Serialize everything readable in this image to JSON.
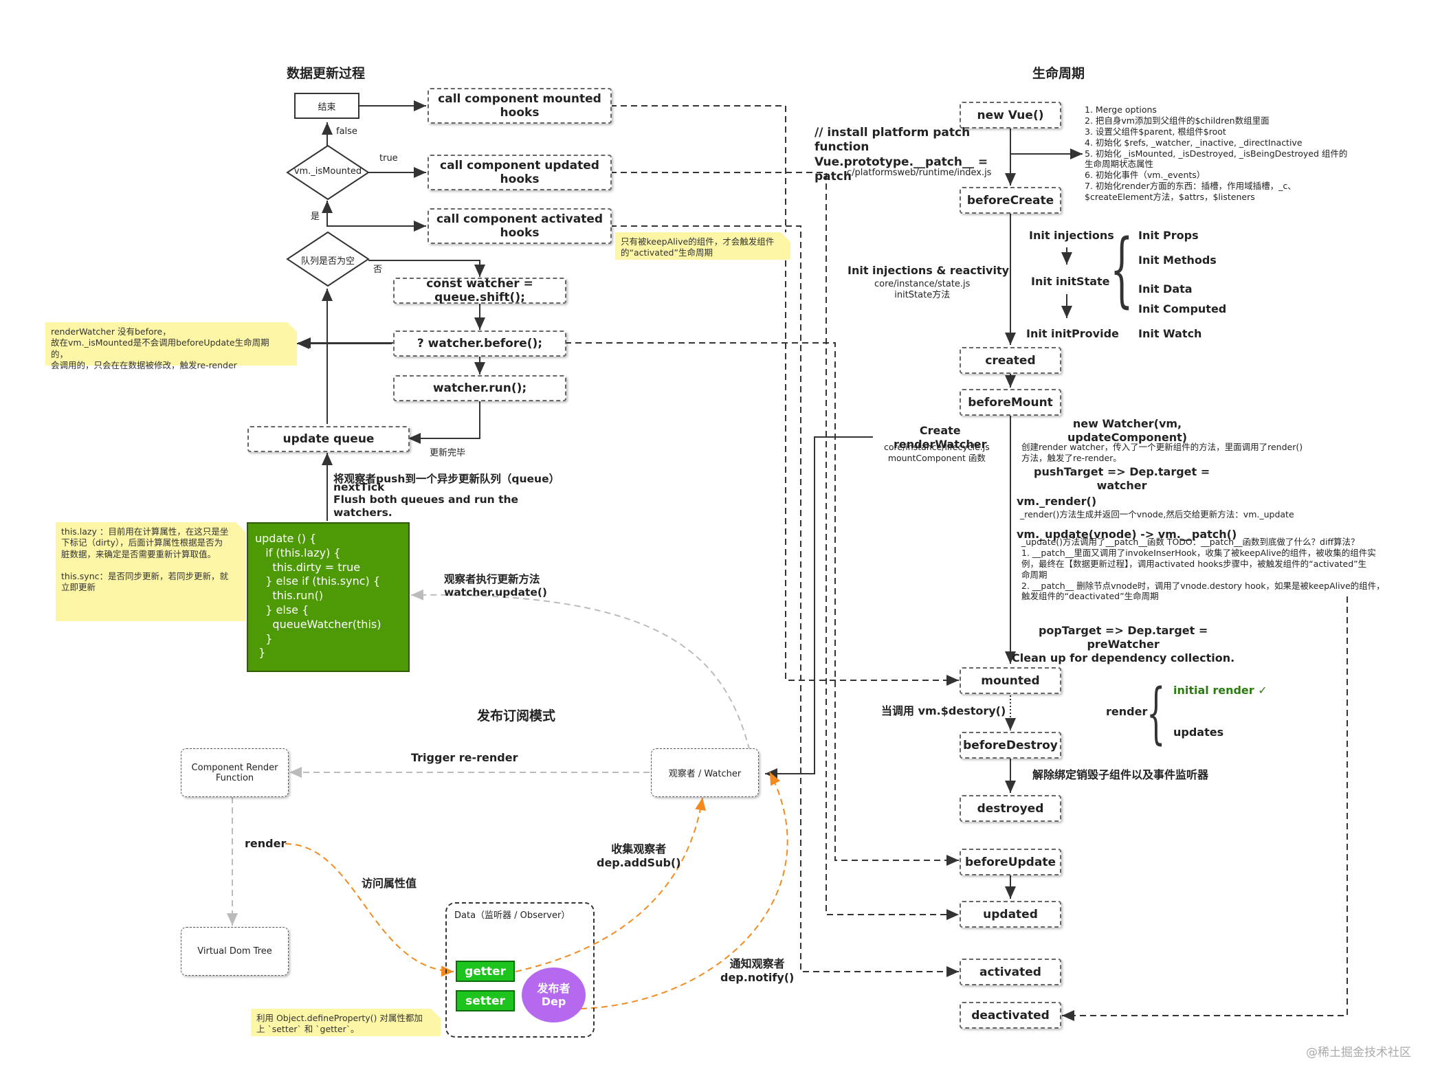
{
  "section_titles": {
    "data_update": "数据更新过程",
    "lifecycle": "生命周期",
    "pubsub": "发布订阅模式"
  },
  "flow": {
    "end": "结束",
    "mounted_hooks": "call component mounted hooks",
    "updated_hooks": "call component updated hooks",
    "activated_hooks": "call component activated hooks",
    "is_mounted": "vm._isMounted",
    "queue_empty": "队列是否为空",
    "shift": "const watcher = queue.shift();",
    "before": "? watcher.before();",
    "run": "watcher.run();",
    "update_queue": "update queue",
    "label_false": "false",
    "label_true": "true",
    "label_yes": "是",
    "label_no": "否",
    "label_done": "更新完毕",
    "push_line1": "将观察者push到一个异步更新队列（queue）",
    "push_line2": "nextTick",
    "push_line3": "Flush both queues and run the\nwatchers.",
    "update_code": "update () {\n   if (this.lazy) {\n     this.dirty = true\n   } else if (this.sync) {\n     this.run()\n   } else {\n     queueWatcher(this)\n   }\n }",
    "exec_update": "观察者执行更新方法\nwatcher.update()",
    "note_keepalive": "只有被keepAlive的组件，才会触发组件\n的“activated”生命周期",
    "note_render_watcher": "renderWatcher 没有before，\n故在vm._isMounted是不会调用beforeUpdate生命周期\n的，\n会调用的，只会在在数据被修改，触发re-render",
    "note_lazy": "this.lazy ：目前用在计算属性，在这只是坐\n下标记（dirty），后面计算属性根据是否为\n脏数据，来确定是否需要重新计算取值。\n\nthis.sync：是否同步更新，若同步更新，就\n立即更新"
  },
  "lifecycle": {
    "new_vue": "new Vue()",
    "before_create": "beforeCreate",
    "created": "created",
    "before_mount": "beforeMount",
    "mounted": "mounted",
    "before_destroy": "beforeDestroy",
    "destroyed": "destroyed",
    "before_update": "beforeUpdate",
    "updated": "updated",
    "activated": "activated",
    "deactivated": "deactivated",
    "new_vue_notes": "1. Merge options\n2. 把自身vm添加到父组件的$children数组里面\n3. 设置父组件$parent, 根组件$root\n4. 初始化 $refs, _watcher, _inactive, _directInactive\n5. 初始化 _isMounted, _isDestroyed, _isBeingDestroyed 组件的\n生命周期状态属性\n6. 初始化事件（vm._events）\n7. 初始化render方面的东西：插槽，作用域插槽，_c、\n$createElement方法，$attrs，$listeners",
    "install_patch": "// install platform patch\nfunction\nVue.prototype.__patch__ =\npatch",
    "install_patch_path": "c/platformsweb/runtime/index.js",
    "init_reactivity": "Init injections & reactivity",
    "init_reactivity_sub": "core/instance/state.js\ninitState方法",
    "init_injections": "Init injections",
    "init_state": "Init initState",
    "init_provide": "Init initProvide",
    "init_props": "Init Props",
    "init_methods": "Init Methods",
    "init_data": "Init Data",
    "init_computed": "Init Computed",
    "init_watch": "Init Watch",
    "create_render": "Create\nrenderWatcher",
    "create_render_sub": "core/instance/lifecycle.js\nmountComponent 函数",
    "new_watcher": "new Watcher(vm,\nupdateComponent)",
    "new_watcher_desc": "创建render watcher，传入了一个更新组件的方法，里面调用了render()\n方法，触发了re-render。",
    "push_target": "pushTarget => Dep.target =\nwatcher",
    "vm_render": "vm._render()",
    "vm_render_desc": "_render()方法生成并返回一个vnode,然后交给更新方法：vm._update",
    "vm_update": "vm._update(vnode) -> vm.__patch()",
    "vm_update_desc": "_update()方法调用了__patch__函数 TODO：__patch__函数到底做了什么？diff算法？\n1. __patch__里面又调用了invokeInserHook，收集了被keepAlive的组件，被收集的组件实\n例，最终在【数据更新过程】，调用activated hooks步骤中，被触发组件的“activated”生\n命周期\n2. __patch__ 删除节点vnode时，调用了vnode.destory hook，如果是被keepAlive的组件，\n触发组件的“deactivated”生命周期",
    "pop_target": "popTarget => Dep.target =\npreWatcher\nClean up for dependency collection.",
    "destroy_call": "当调用 vm.$destory()",
    "unbind": "解除绑定销毁子组件以及事件监听器",
    "render_label": "render",
    "initial_render": "initial render ✓",
    "updates": "updates"
  },
  "pubsub": {
    "component_render": "Component\nRender\nFunction",
    "watcher": "观察者 / Watcher",
    "trigger": "Trigger re-render",
    "render": "render",
    "access": "访问属性值",
    "virtual_dom": "Virtual Dom Tree",
    "data_observer": "Data（监听器 / Observer）",
    "getter": "getter",
    "setter": "setter",
    "dep": "发布者\nDep",
    "collect": "收集观察者\ndep.addSub()",
    "notify": "通知观察者\ndep.notify()",
    "note_define": "利用 Object.defineProperty() 对属性都加\n上 `setter` 和 `getter`。"
  },
  "watermark": "@稀土掘金技术社区"
}
